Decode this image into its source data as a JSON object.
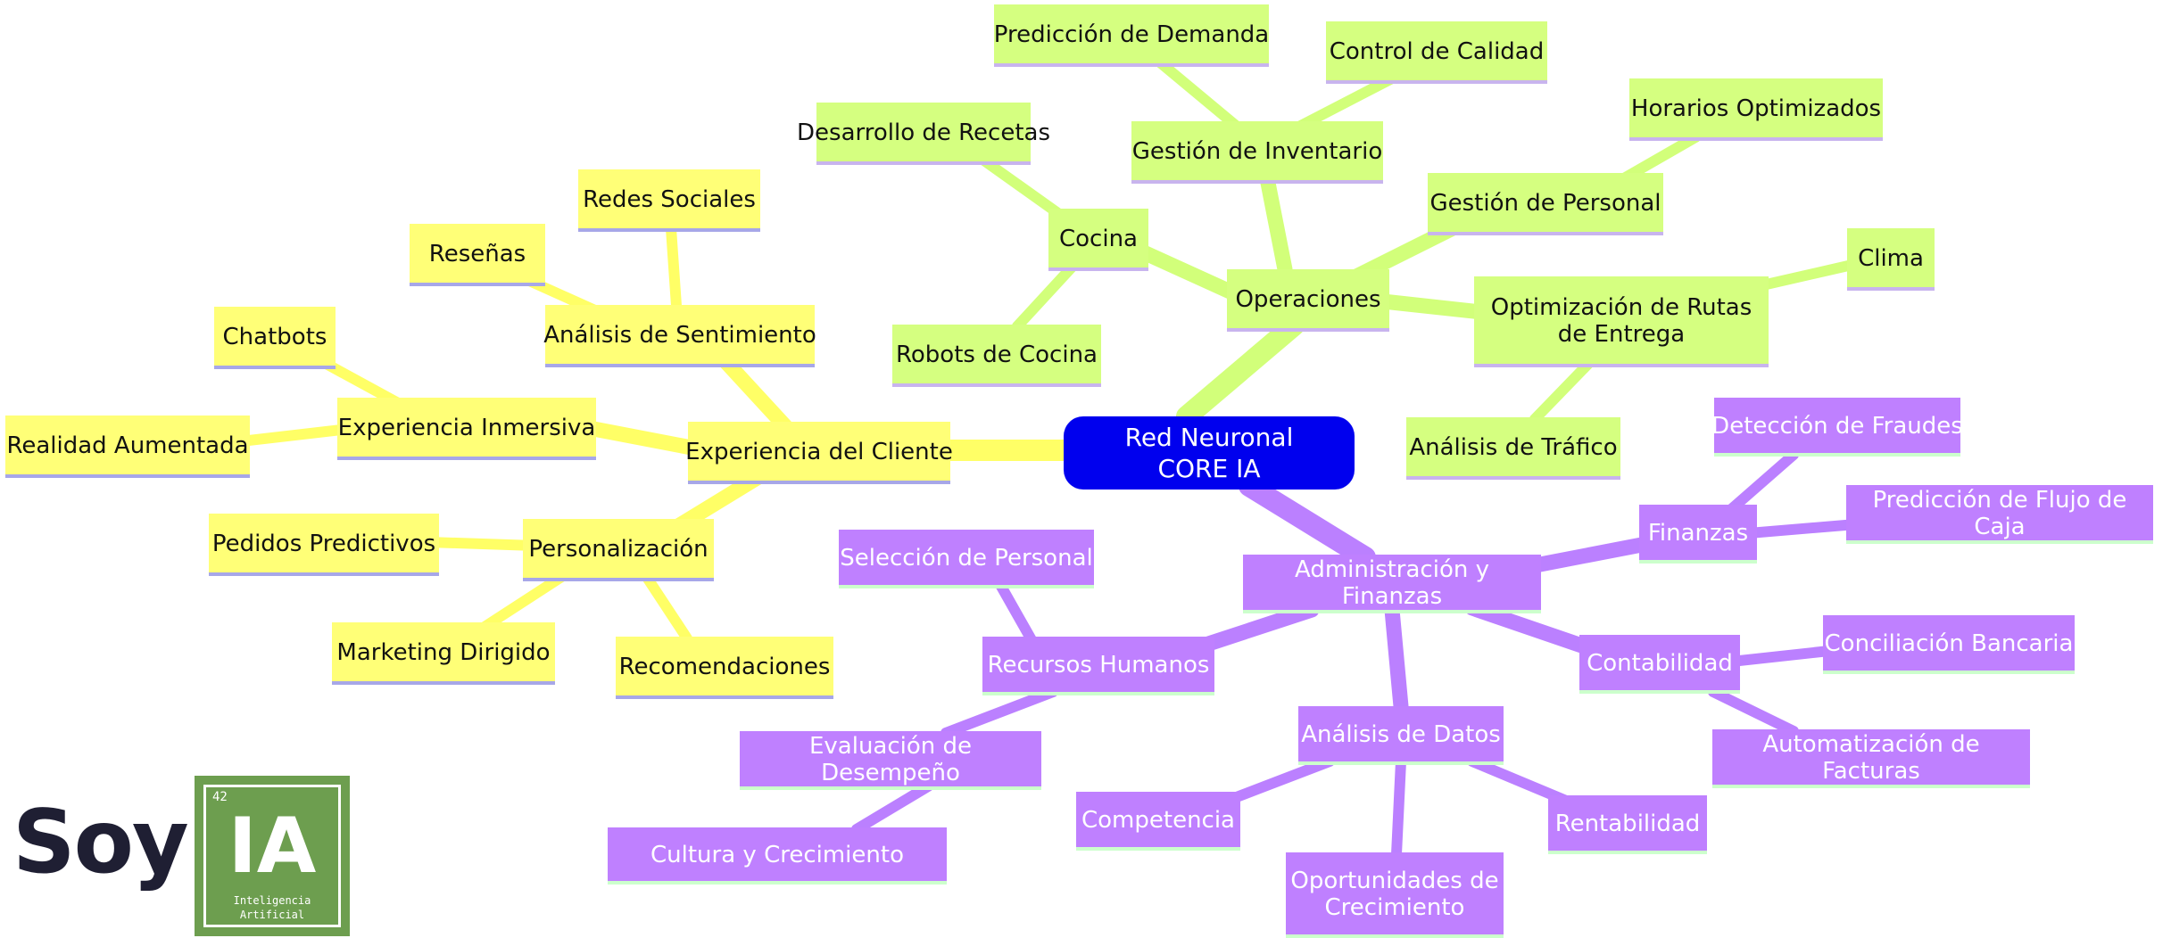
{
  "colors": {
    "root_fill": "#0000ee",
    "root_text": "#ffffff",
    "yellow_fill": "#ffff77",
    "yellow_edge": "#ffff66",
    "yellow_shadow": "#a7a7e8",
    "green_fill": "#d5ff80",
    "green_edge": "#d2ff7a",
    "green_shadow": "#c8b4ee",
    "purple_fill": "#bf80ff",
    "purple_edge": "#bb80ff",
    "purple_shadow": "#ccffcc",
    "dark_text": "#111111",
    "light_text": "#ffffff"
  },
  "mindmap": {
    "root": {
      "lines": [
        "Red Neuronal",
        "CORE IA"
      ]
    },
    "branches": [
      {
        "theme": "yellow",
        "label": "Experiencia del Cliente",
        "children": [
          {
            "label": "Análisis de Sentimiento",
            "children": [
              {
                "label": "Redes Sociales"
              },
              {
                "label": "Reseñas"
              }
            ]
          },
          {
            "label": "Experiencia Inmersiva",
            "children": [
              {
                "label": "Chatbots"
              },
              {
                "label": "Realidad Aumentada"
              }
            ]
          },
          {
            "label": "Personalización",
            "children": [
              {
                "label": "Pedidos Predictivos"
              },
              {
                "label": "Marketing Dirigido"
              },
              {
                "label": "Recomendaciones"
              }
            ]
          }
        ]
      },
      {
        "theme": "green",
        "label": "Operaciones",
        "children": [
          {
            "label": "Cocina",
            "children": [
              {
                "label": "Desarrollo de Recetas"
              },
              {
                "label": "Robots de Cocina"
              }
            ]
          },
          {
            "label": "Gestión de Inventario",
            "children": [
              {
                "label": "Predicción de Demanda"
              },
              {
                "label": "Control de Calidad"
              }
            ]
          },
          {
            "label": "Gestión de Personal",
            "children": [
              {
                "label": "Horarios Optimizados"
              }
            ]
          },
          {
            "label": "Optimización de Rutas de Entrega",
            "children": [
              {
                "label": "Clima"
              },
              {
                "label": "Análisis de Tráfico"
              }
            ]
          }
        ]
      },
      {
        "theme": "purple",
        "label": "Administración y Finanzas",
        "children": [
          {
            "label": "Finanzas",
            "children": [
              {
                "label": "Detección de Fraudes"
              },
              {
                "label": "Predicción de Flujo de Caja"
              }
            ]
          },
          {
            "label": "Contabilidad",
            "children": [
              {
                "label": "Conciliación Bancaria"
              },
              {
                "label": "Automatización de Facturas"
              }
            ]
          },
          {
            "label": "Recursos Humanos",
            "children": [
              {
                "label": "Selección de Personal"
              },
              {
                "label": "Evaluación de Desempeño"
              },
              {
                "label": "Cultura y Crecimiento"
              }
            ]
          },
          {
            "label": "Análisis de Datos",
            "children": [
              {
                "label": "Competencia"
              },
              {
                "label": "Oportunidades de Crecimiento"
              },
              {
                "label": "Rentabilidad"
              }
            ]
          }
        ]
      }
    ]
  },
  "logo": {
    "word": "Soy",
    "number": "42",
    "symbol": "IA",
    "caption_line1": "Inteligencia",
    "caption_line2": "Artificial"
  }
}
